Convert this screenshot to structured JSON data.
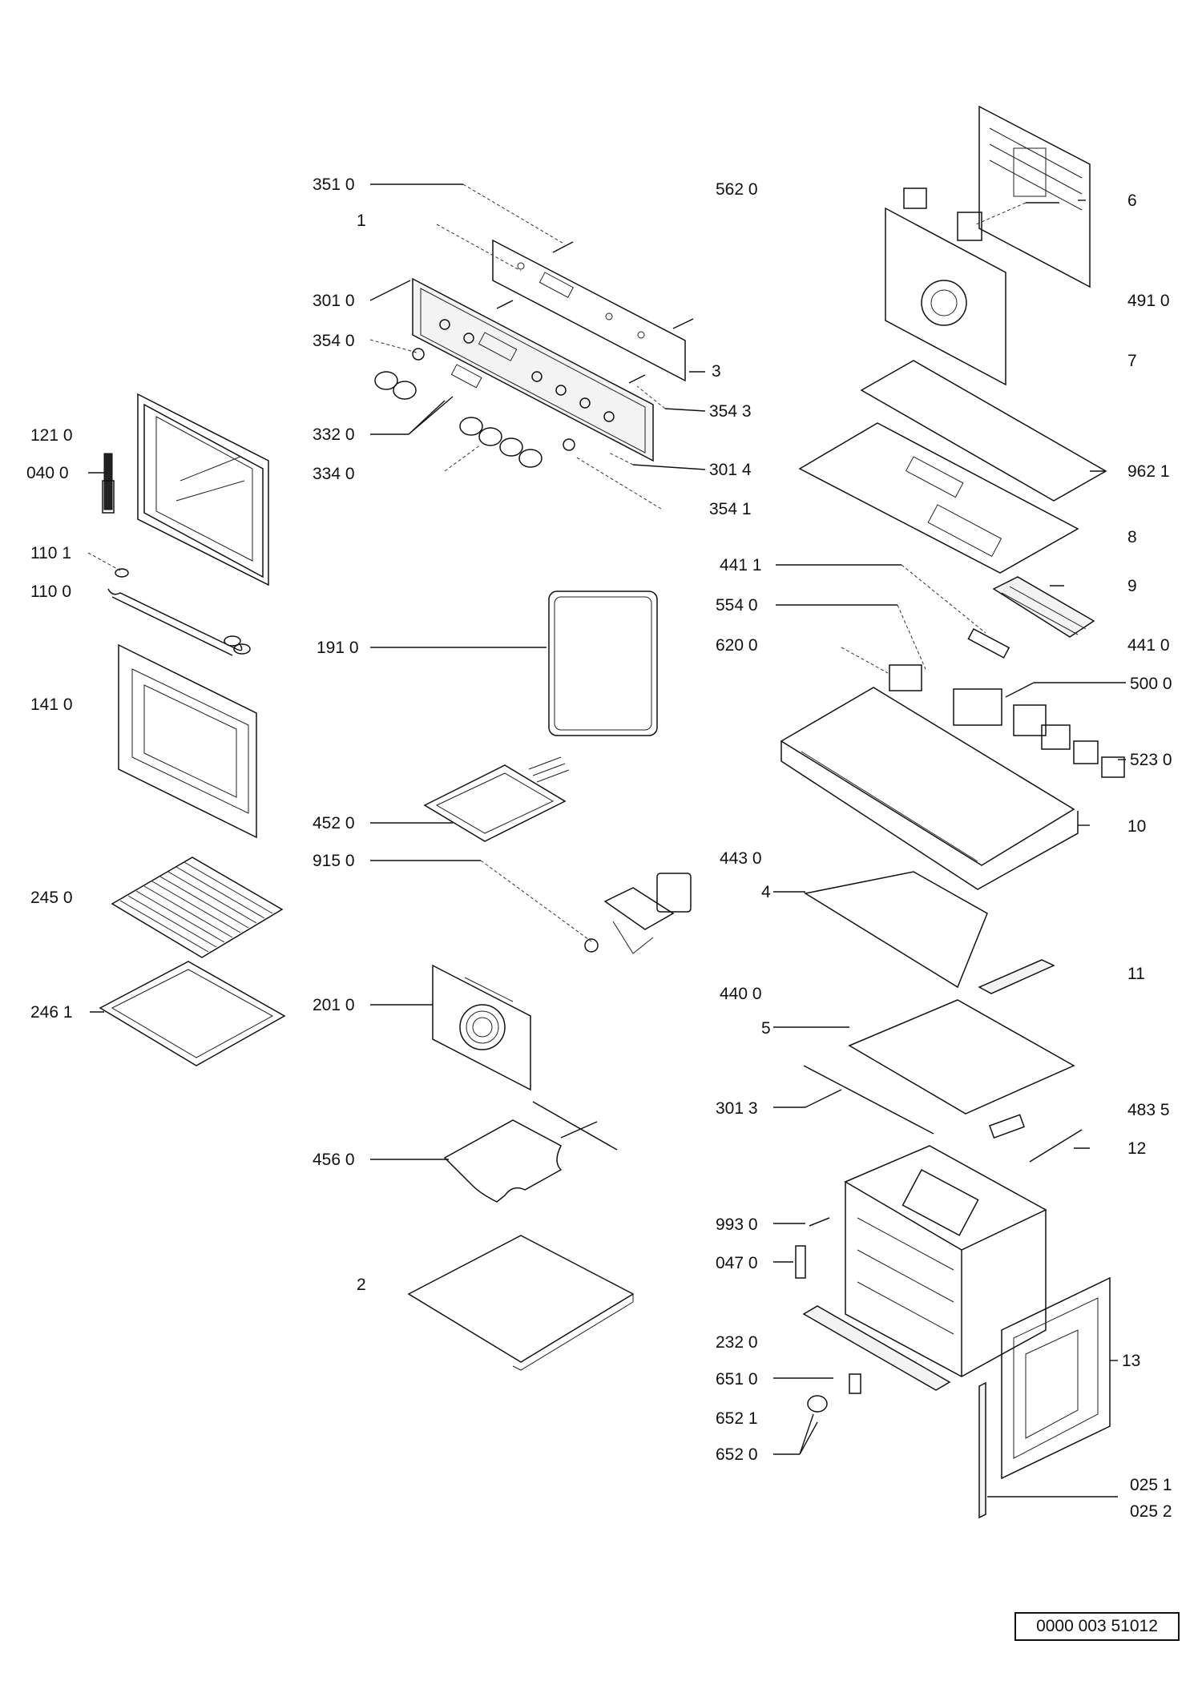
{
  "labels": {
    "l3510": "351 0",
    "l1": "1",
    "l3010": "301 0",
    "l3540": "354 0",
    "l3": "3",
    "l3543": "354 3",
    "l3320": "332 0",
    "l3340": "334 0",
    "l3014": "301 4",
    "l3541": "354 1",
    "l1210": "121 0",
    "l0400": "040 0",
    "l1101": "110 1",
    "l1100": "110 0",
    "l1410": "141 0",
    "l1910": "191 0",
    "l4520": "452 0",
    "l9150": "915 0",
    "l2450": "245 0",
    "l2461": "246 1",
    "l2010": "201 0",
    "l4560": "456 0",
    "l2": "2",
    "l5620": "562 0",
    "l6": "6",
    "l4910": "491 0",
    "l7": "7",
    "l9621": "962 1",
    "l8": "8",
    "l4411": "441 1",
    "l9": "9",
    "l5540": "554 0",
    "l4410": "441 0",
    "l6200": "620 0",
    "l5000": "500 0",
    "l5230": "523 0",
    "l10": "10",
    "l4430": "443 0",
    "l4": "4",
    "l11": "11",
    "l4400": "440 0",
    "l5": "5",
    "l3013": "301 3",
    "l4835": "483 5",
    "l12": "12",
    "l9930": "993 0",
    "l0470": "047 0",
    "l2320": "232 0",
    "l13": "13",
    "l6510": "651 0",
    "l6521": "652 1",
    "l6520": "652 0",
    "l0251": "025 1",
    "l0252": "025 2"
  },
  "doc_code": "0000 003 51012"
}
